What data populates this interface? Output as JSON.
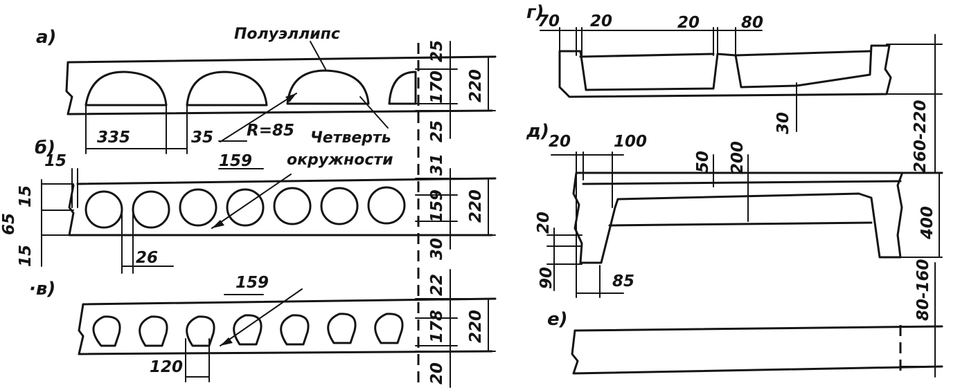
{
  "labels": {
    "a": "а)",
    "b": "б)",
    "v": "·в)",
    "g": "г)",
    "d": "д)",
    "e": "е)"
  },
  "notes": {
    "poluellips": "Полуэллипс",
    "chetvert": "Четверть",
    "okruzhnosti": "окружности"
  },
  "dims_a": {
    "w335": "335",
    "w35": "35",
    "r85": "R=85",
    "v25_top": "25",
    "v170": "170",
    "v220": "220",
    "v25_bot": "25"
  },
  "dims_b": {
    "w159": "159",
    "h15_top": "15",
    "v15": "15",
    "v65": "65",
    "v15_low": "15",
    "w26": "26",
    "v31": "31",
    "v159": "159",
    "v220": "220",
    "v30": "30"
  },
  "dims_v": {
    "w159": "159",
    "w120": "120",
    "v22": "22",
    "v178": "178",
    "v220": "220",
    "v20": "20"
  },
  "dims_g": {
    "w70": "70",
    "w20a": "20",
    "w20b": "20",
    "w80": "80",
    "v30": "30",
    "v260_220": "260-220"
  },
  "dims_d": {
    "w20": "20",
    "w100": "100",
    "v50": "50",
    "v200": "200",
    "v20": "20",
    "v90": "90",
    "w85": "85",
    "v400": "400"
  },
  "dims_e": {
    "v80_160": "80-160"
  }
}
